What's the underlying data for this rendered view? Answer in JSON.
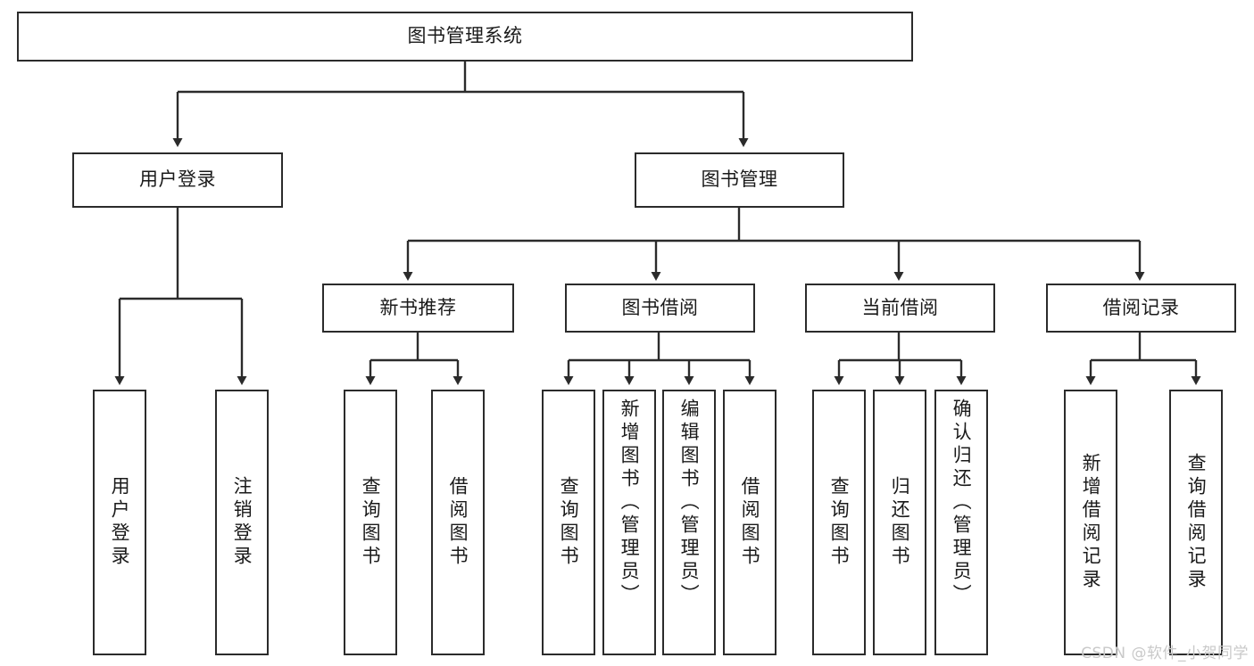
{
  "diagram": {
    "type": "tree-hierarchy-chart",
    "title": "图书管理系统",
    "line_color": "#2b2b2b",
    "box_fill": "#ffffff",
    "text_color": "#1a1a1a",
    "nodes": {
      "root": {
        "label": "图书管理系统"
      },
      "level2": [
        {
          "id": "user-login",
          "label": "用户登录"
        },
        {
          "id": "book-management",
          "label": "图书管理"
        }
      ],
      "level3": [
        {
          "id": "new-book-recommend",
          "label": "新书推荐"
        },
        {
          "id": "book-borrow",
          "label": "图书借阅"
        },
        {
          "id": "current-borrow",
          "label": "当前借阅"
        },
        {
          "id": "borrow-record",
          "label": "借阅记录"
        }
      ],
      "leaves": [
        {
          "id": "leaf-user-login",
          "label": "用户登录",
          "parent": "user-login"
        },
        {
          "id": "leaf-logout-login",
          "label": "注销登录",
          "parent": "user-login"
        },
        {
          "id": "leaf-query-book-1",
          "label": "查询图书",
          "parent": "new-book-recommend"
        },
        {
          "id": "leaf-borrow-book-1",
          "label": "借阅图书",
          "parent": "new-book-recommend"
        },
        {
          "id": "leaf-query-book-2",
          "label": "查询图书",
          "parent": "book-borrow"
        },
        {
          "id": "leaf-add-book",
          "label": "新增图书（管理员）",
          "parent": "book-borrow"
        },
        {
          "id": "leaf-edit-book",
          "label": "编辑图书（管理员）",
          "parent": "book-borrow"
        },
        {
          "id": "leaf-borrow-book-2",
          "label": "借阅图书",
          "parent": "book-borrow"
        },
        {
          "id": "leaf-query-book-3",
          "label": "查询图书",
          "parent": "current-borrow"
        },
        {
          "id": "leaf-return-book",
          "label": "归还图书",
          "parent": "current-borrow"
        },
        {
          "id": "leaf-confirm-return",
          "label": "确认归还（管理员）",
          "parent": "current-borrow"
        },
        {
          "id": "leaf-add-record",
          "label": "新增借阅记录",
          "parent": "borrow-record"
        },
        {
          "id": "leaf-query-record",
          "label": "查询借阅记录",
          "parent": "borrow-record"
        }
      ]
    }
  },
  "watermark": {
    "text": "CSDN @软件_小贺同学"
  }
}
